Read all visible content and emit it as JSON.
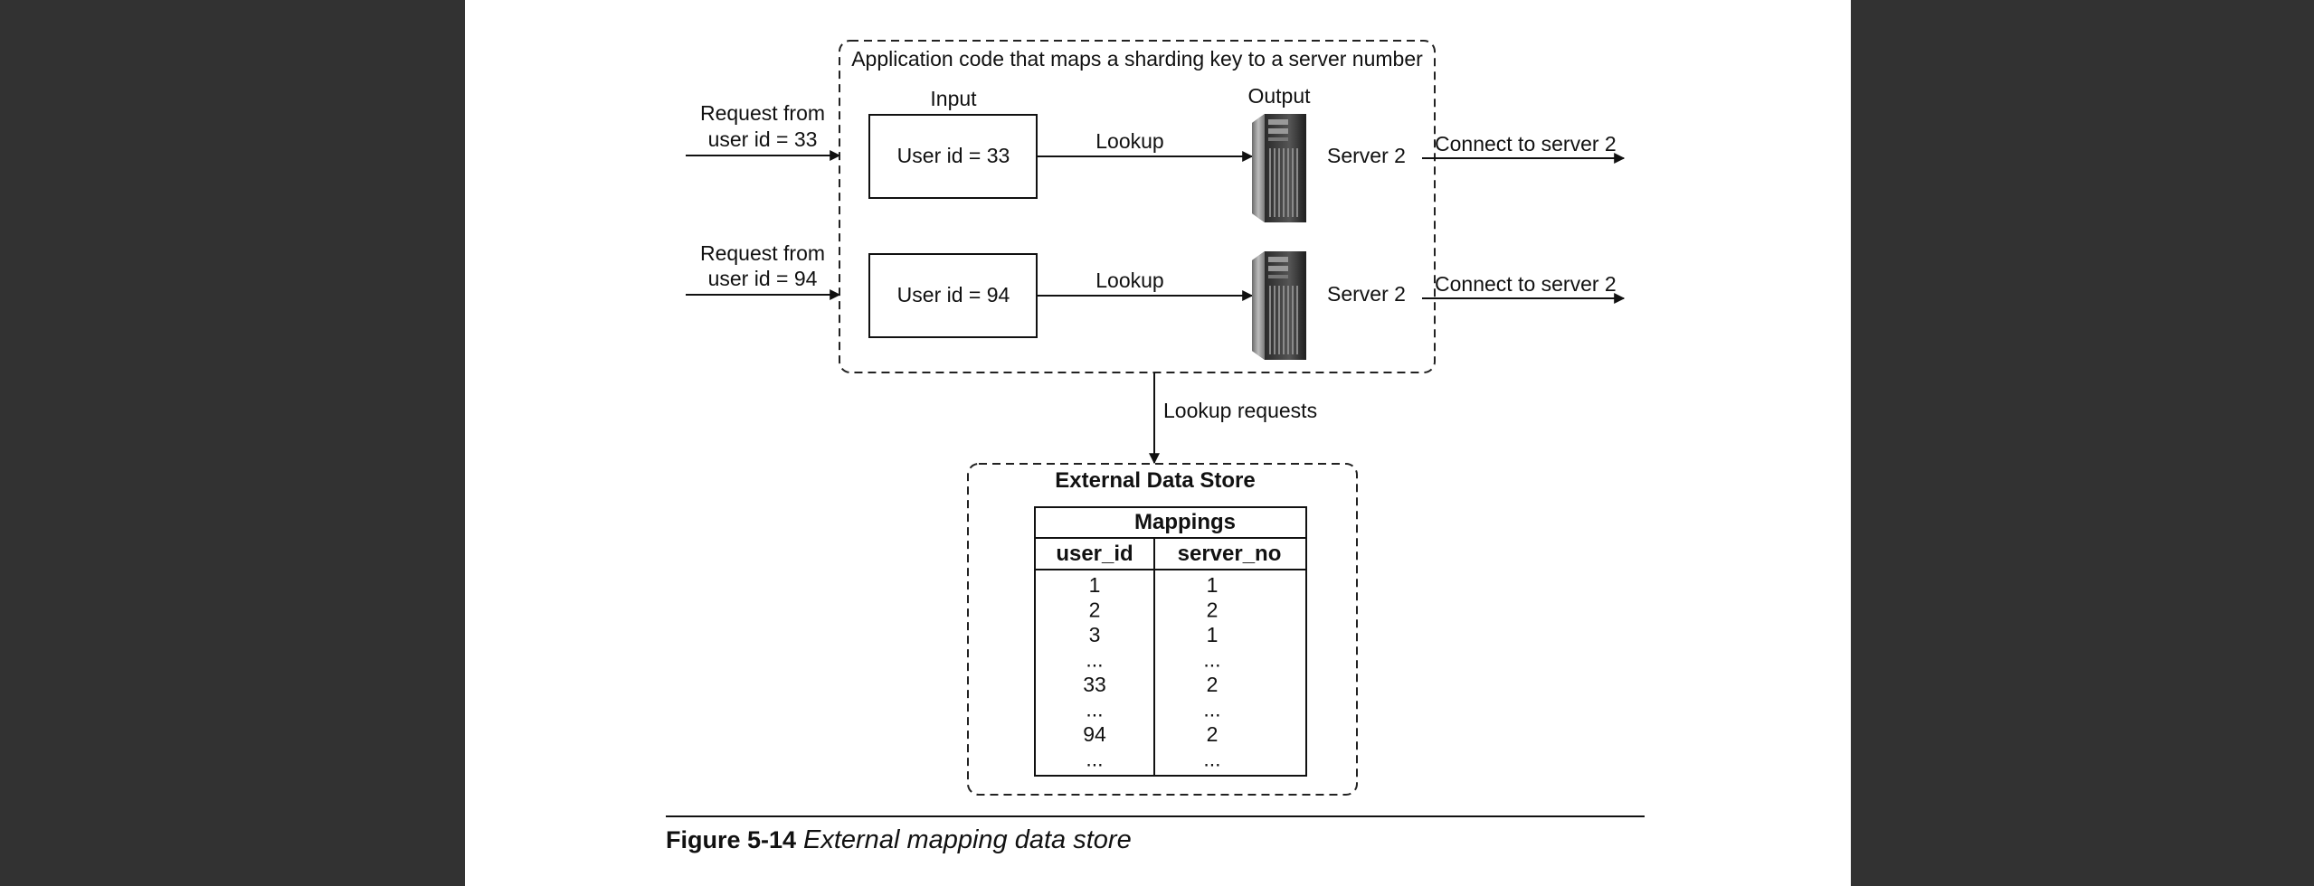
{
  "app_box": {
    "title": "Application code that maps a sharding key to a server number"
  },
  "headers": {
    "input": "Input",
    "output": "Output"
  },
  "requests": [
    {
      "request_line1": "Request from",
      "request_line2": "user id = 33",
      "input_text": "User id = 33",
      "lookup_label": "Lookup",
      "server_label": "Server 2",
      "connect_label": "Connect to server 2"
    },
    {
      "request_line1": "Request from",
      "request_line2": "user id = 94",
      "input_text": "User id = 94",
      "lookup_label": "Lookup",
      "server_label": "Server 2",
      "connect_label": "Connect to server 2"
    }
  ],
  "lookup_requests_label": "Lookup requests",
  "data_store": {
    "title": "External Data Store",
    "table_title": "Mappings",
    "columns": [
      "user_id",
      "server_no"
    ],
    "rows": [
      [
        "1",
        "1"
      ],
      [
        "2",
        "2"
      ],
      [
        "3",
        "1"
      ],
      [
        "...",
        "..."
      ],
      [
        "33",
        "2"
      ],
      [
        "...",
        "..."
      ],
      [
        "94",
        "2"
      ],
      [
        "...",
        "..."
      ]
    ]
  },
  "caption": {
    "figure_number": "Figure 5-14",
    "text": "External mapping data store"
  }
}
